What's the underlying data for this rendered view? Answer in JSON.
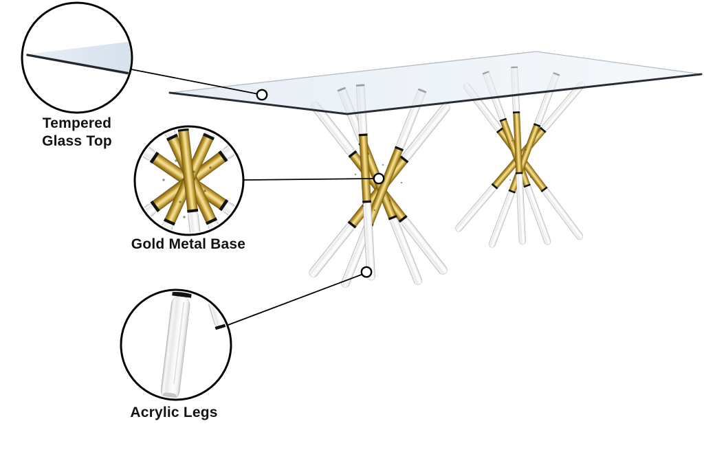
{
  "callouts": [
    {
      "name": "tempered-glass-top",
      "lines": [
        "Tempered",
        "Glass Top"
      ],
      "label": "Tempered Glass Top"
    },
    {
      "name": "gold-metal-base",
      "label": "Gold Metal Base"
    },
    {
      "name": "acrylic-legs",
      "label": "Acrylic Legs"
    }
  ],
  "colors": {
    "background": "#ffffff",
    "outline": "#050505",
    "text": "#121212",
    "gold": "#c9a03a",
    "gold_highlight": "#f1e2a0",
    "gold_shadow": "#7c5f17",
    "acrylic": "#f5f5f5",
    "acrylic_edge": "#c2c2c2",
    "junction_ring": "#121212",
    "glass_tint": "#dfe8f0",
    "glass_edge_dark": "#272d33",
    "glass_edge_light": "#aab6c0"
  }
}
